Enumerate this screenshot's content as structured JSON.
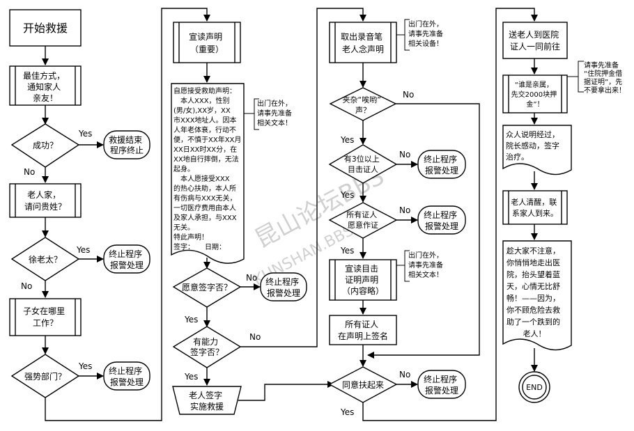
{
  "col1": {
    "start": "开始救援",
    "notify": [
      "最佳方式，",
      "通知家人",
      "亲友！"
    ],
    "success_q": "成功？",
    "rescue_end": [
      "救援结束",
      "程序终止"
    ],
    "home": [
      "老人家，",
      "请问贵姓？"
    ],
    "xu_q": "徐老太？",
    "stop1": [
      "终止程序",
      "报警处理"
    ],
    "children": [
      "子女在哪里",
      "工作？"
    ],
    "power_q": "强势部门？",
    "stop2": [
      "终止程序",
      "报警处理"
    ]
  },
  "col2": {
    "declare": [
      "宣读声明",
      "（重要）"
    ],
    "statement": [
      "自愿接受救助声明：",
      "　本人XXX，性别",
      "(男/女),XX岁，XX",
      "市XXX地址人。因本",
      "人年老体衰，行动不",
      "便，不慎于XX年XX月",
      "XX日XX时XX分，在",
      "XX地自行摔倒，无法",
      "起身。",
      "　本人愿接受XXX",
      "的热心扶助，本人所",
      "有伤病与XXX无关，",
      "一切医疗费用由本人",
      "及家人承担，与XXX",
      "无关。",
      "特此声明！",
      "签字：　　日期："
    ],
    "note": [
      "出门在外，",
      "请事先准备",
      "相关文本！"
    ],
    "willing_q": "愿意签字否？",
    "stop3": [
      "终止程序",
      "报警处理"
    ],
    "able_q": [
      "有能力",
      "签字否？"
    ],
    "sign": [
      "老人签字",
      "实施救援"
    ]
  },
  "col3": {
    "recorder": [
      "取出录音笔",
      "老人念声明"
    ],
    "note1": [
      "出门在外，",
      "请事先准备",
      "相关设备！"
    ],
    "ouch_q": [
      "夹杂“唉哟”",
      "声？"
    ],
    "witness_q": [
      "有3位以上",
      "目击证人"
    ],
    "stop4": [
      "终止程序",
      "报警处理"
    ],
    "testify_q": [
      "所有证人",
      "愿意作证"
    ],
    "stop5": [
      "终止程序",
      "报警处理"
    ],
    "read_witness": [
      "宣读目击",
      "证明声明",
      "（内容略）"
    ],
    "note2": [
      "出门在外，",
      "请事先准备",
      "相关文本！"
    ],
    "all_sign": [
      "所有证人",
      "在声明上签名"
    ],
    "agree_q": "同意扶起来",
    "stop6": [
      "终止程序",
      "报警处理"
    ]
  },
  "col4": {
    "hospital": [
      "送老人到医院",
      "证人一同前往"
    ],
    "note": [
      "请事先准备",
      "“住院押金借",
      "据证明”，先",
      "不要拿出来！"
    ],
    "family": [
      "“谁是亲属，",
      "先交2000块押",
      "金”！"
    ],
    "explain": [
      "众人说明经过，",
      "院长感动，签字",
      "治疗。"
    ],
    "awake": [
      "老人清醒，联",
      "系家人到来。"
    ],
    "leave": [
      "趁大家不注意，",
      "你悄悄地走出医",
      "院，抬头望着蓝",
      "天，心情无比舒",
      "畅！——因为，",
      "你不顾危险去救",
      "助了一个跌到的",
      "老人！"
    ],
    "end": "END"
  },
  "labels": {
    "yes": "Yes",
    "no": "No"
  },
  "watermark": [
    "昆山论坛BBS",
    "KUNSHAN.BBS"
  ]
}
